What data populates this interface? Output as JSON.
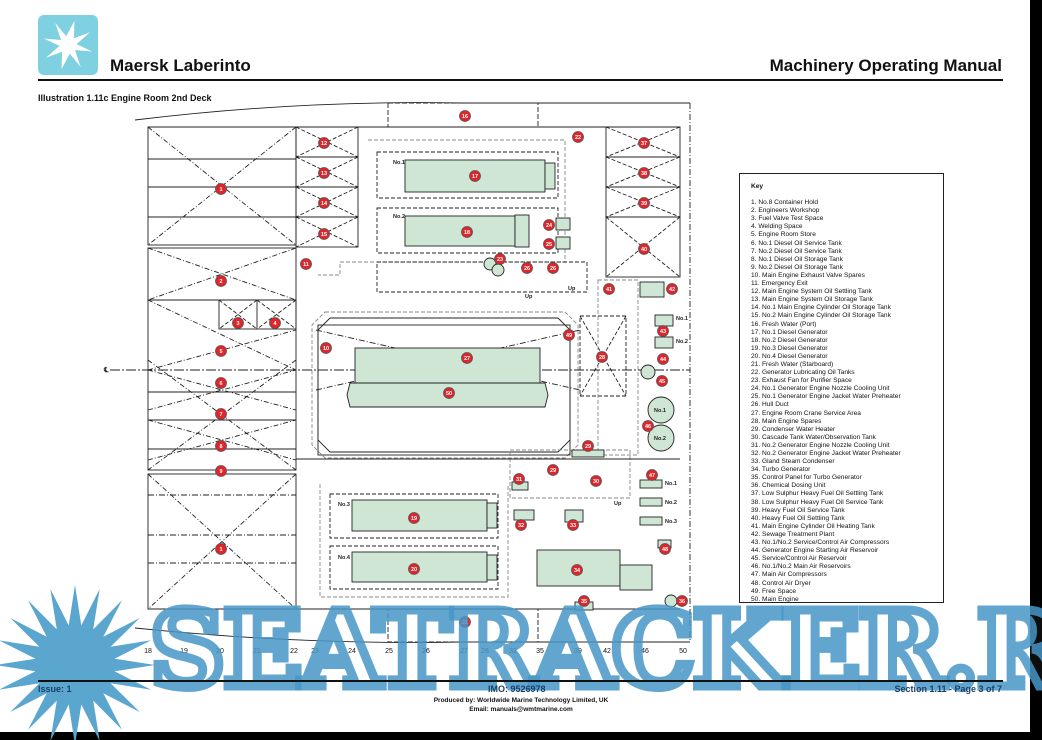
{
  "header": {
    "ship_name": "Maersk Laberinto",
    "manual_title": "Machinery Operating Manual",
    "illustration_title": "Illustration 1.11c Engine Room 2nd Deck"
  },
  "diagram": {
    "markers": [
      "1",
      "1",
      "2",
      "3",
      "4",
      "5",
      "6",
      "7",
      "8",
      "9",
      "10",
      "11",
      "12",
      "13",
      "14",
      "15",
      "16",
      "17",
      "18",
      "19",
      "20",
      "21",
      "22",
      "23",
      "24",
      "25",
      "26",
      "26",
      "27",
      "28",
      "49",
      "29",
      "29",
      "30",
      "31",
      "32",
      "33",
      "34",
      "35",
      "36",
      "37",
      "38",
      "39",
      "40",
      "41",
      "42",
      "43",
      "44",
      "45",
      "46",
      "47",
      "48",
      "50"
    ],
    "labels": {
      "no1_gen": "No.1",
      "no2_gen": "No.2",
      "no3_gen": "No.3",
      "no4_gen": "No.4",
      "up1": "Up",
      "up2": "Up",
      "up3": "Up",
      "comp1": "No.1",
      "comp2": "No.2",
      "res1": "No.1",
      "res2": "No.2",
      "mac1": "No.1",
      "mac2": "No.2",
      "mac3": "No.3",
      "centerline": "℄"
    },
    "frames": [
      "18",
      "19",
      "20",
      "21",
      "22",
      "23",
      "24",
      "25",
      "26",
      "27",
      "28",
      "32",
      "35",
      "39",
      "42",
      "46",
      "50"
    ],
    "colors": {
      "equipment": "#cfe6d4",
      "marker": "#e0252b"
    }
  },
  "key": {
    "title": "Key",
    "items": [
      "1. No.8 Container Hold",
      "2. Engineers Workshop",
      "3. Fuel Valve Test Space",
      "4. Welding Space",
      "5. Engine Room Store",
      "6. No.1 Diesel Oil Service Tank",
      "7. No.2 Diesel Oil Service Tank",
      "8. No.1 Diesel Oil Storage Tank",
      "9. No.2 Diesel Oil Storage Tank",
      "10. Main Engine Exhaust Valve Spares",
      "11. Emergency Exit",
      "12. Main Engine System Oil Settling Tank",
      "13. Main Engine System Oil Storage Tank",
      "14. No.1 Main Engine Cylinder Oil Storage Tank",
      "15. No.2 Main Engine Cylinder Oil Storage Tank",
      "16. Fresh Water (Port)",
      "17. No.1 Diesel Generator",
      "18. No.2 Diesel Generator",
      "19. No.3 Diesel Generator",
      "20. No.4 Diesel Generator",
      "21. Fresh Water (Starboard)",
      "22. Generator Lubricating Oil Tanks",
      "23. Exhaust Fan for Purifier Space",
      "24. No.1 Generator Engine Nozzle Cooling Unit",
      "25. No.1 Generator Engine Jacket Water Preheater",
      "26. Hull Duct",
      "27. Engine Room Crane Service Area",
      "28. Main Engine Spares",
      "29. Condenser Water Heater",
      "30. Cascade Tank Water/Observation Tank",
      "31. No.2 Generator Engine Nozzle Cooling Unit",
      "32. No.2 Generator Engine Jacket Water Preheater",
      "33. Gland Steam Condenser",
      "34. Turbo Generator",
      "35. Control Panel for Turbo Generator",
      "36. Chemical Dosing Unit",
      "37. Low Sulphur Heavy Fuel Oil Settling Tank",
      "38. Low Sulphur Heavy Fuel Oil Service Tank",
      "39. Heavy Fuel Oil Service Tank",
      "40. Heavy Fuel Oil Settling Tank",
      "41. Main Engine Cylinder Oil Heating Tank",
      "42. Sewage Treatment Plant",
      "43. No.1/No.2 Service/Control Air Compressors",
      "44. Generator Engine Starting Air Reservoir",
      "45. Service/Control Air Reservoir",
      "46. No.1/No.2 Main Air Reservoirs",
      "47. Main Air Compressors",
      "48. Control Air Dryer",
      "49. Free Space",
      "50. Main Engine"
    ]
  },
  "footer": {
    "issue": "Issue: 1",
    "imo": "IMO: 9526978",
    "section": "Section 1.11 - Page 3 of 7",
    "produced_by": "Produced by: Worldwide Marine Technology Limited, UK",
    "email": "Email: manuals@wmtmarine.com"
  },
  "watermark": {
    "text": "SEATRACKER.RU"
  }
}
